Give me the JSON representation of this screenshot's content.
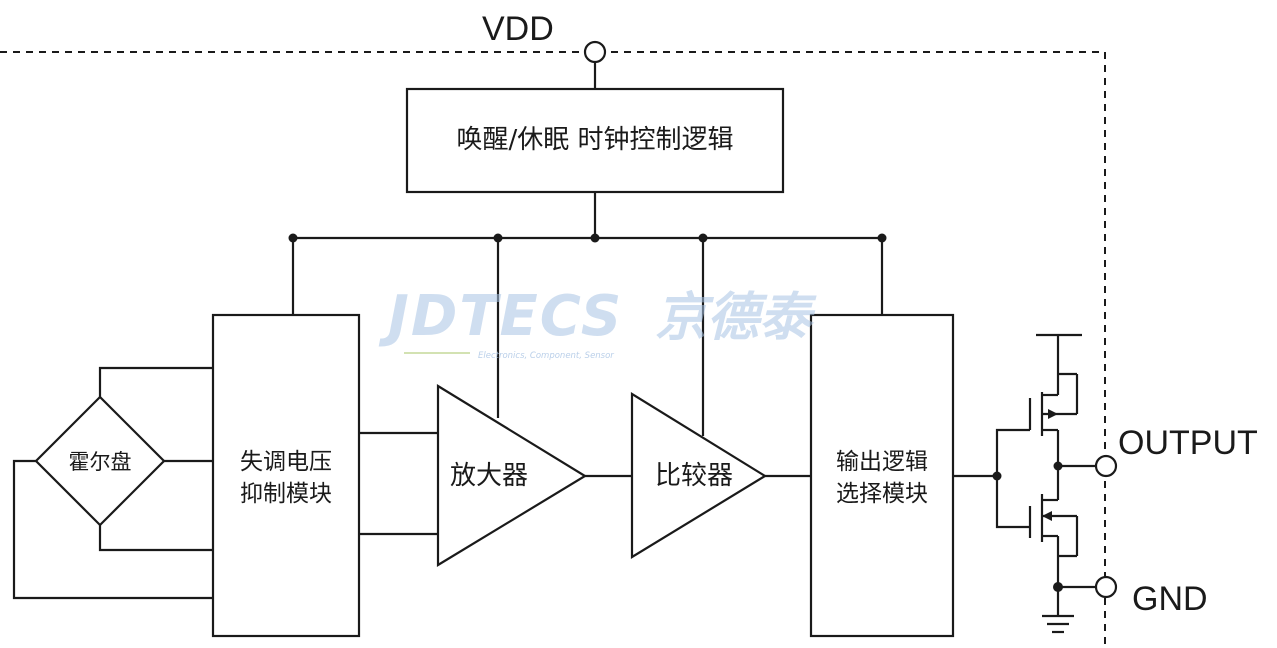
{
  "pins": {
    "vdd": "VDD",
    "output": "OUTPUT",
    "gnd": "GND"
  },
  "blocks": {
    "clock_logic": "唤醒/休眠 时钟控制逻辑",
    "hall_plate": "霍尔盘",
    "offset_line1": "失调电压",
    "offset_line2": "抑制模块",
    "amplifier": "放大器",
    "comparator": "比较器",
    "output_logic_line1": "输出逻辑",
    "output_logic_line2": "选择模块"
  },
  "watermark": {
    "brand": "JDTECS",
    "brand_cn": "京德泰",
    "tagline": "Electronics, Component, Sensor",
    "color": "#a9c4e4"
  }
}
